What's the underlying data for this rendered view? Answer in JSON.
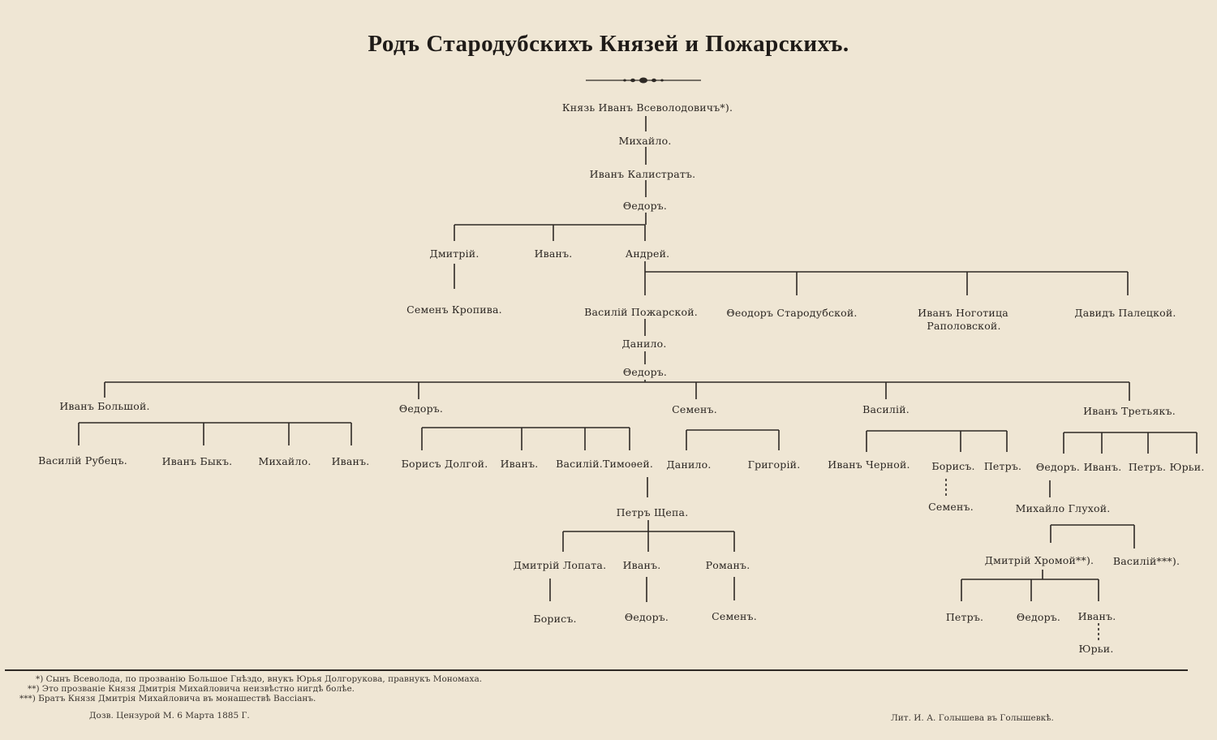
{
  "title": "Родъ Стародубскихъ Князей и Пожарскихъ.",
  "people": {
    "ivan_vsevolodovich": "Князь Иванъ Всеволодовичъ*).",
    "mikhailo_1": "Михайло.",
    "ivan_kalistrat": "Иванъ Калистратъ.",
    "fedor_1": "Θедоръ.",
    "dmitriy_1": "Дмитрій.",
    "ivan_1": "Иванъ.",
    "andrey": "Андрей.",
    "semen_kropiva": "Семенъ Кропива.",
    "vasiliy_pozharskoy": "Василій Пожарской.",
    "fedor_starodubskoy": "Θеодоръ Стародубской.",
    "ivan_nogotkov_1": "Иванъ Ноготица",
    "ivan_nogotkov_2": "Раполовской.",
    "david_paletskoy": "Давидъ Палецкой.",
    "danilo_1": "Данило.",
    "fedor_2": "Θедоръ.",
    "ivan_bolshoy": "Иванъ Большой.",
    "fedor_3": "Θедоръ.",
    "semen_1": "Семенъ.",
    "vasiliy_1": "Василій.",
    "ivan_tretyak": "Иванъ Третьякъ.",
    "vasiliy_rubets": "Василій Рубецъ.",
    "ivan_byk": "Иванъ Быкъ.",
    "mikhailo_2": "Михайло.",
    "ivan_2": "Иванъ.",
    "boris_dolgoy": "Борисъ Долгой.",
    "ivan_3": "Иванъ.",
    "vasiliy_2": "Василій.",
    "timofey": "Тимоѳей.",
    "danilo_2": "Данило.",
    "grigoriy": "Григорій.",
    "ivan_chernoy": "Иванъ Черной.",
    "boris_1": "Борисъ.",
    "petr_1": "Петръ.",
    "fedor_4": "Θедоръ.",
    "ivan_4": "Иванъ.",
    "petr_2": "Петръ.",
    "yuriy_1": "Юрьи.",
    "petr_shchepa": "Петръ Щепа.",
    "semen_2": "Семенъ.",
    "mikhailo_glukhoy": "Михайло Глухой.",
    "dmitriy_lopata": "Дмитрій Лопата.",
    "ivan_5": "Иванъ.",
    "roman": "Романъ.",
    "dmitriy_khromoy": "Дмитрій Хромой**).",
    "vasiliy_3": "Василій***).",
    "boris_2": "Борисъ.",
    "fedor_5": "Θедоръ.",
    "semen_3": "Семенъ.",
    "petr_3": "Петръ.",
    "fedor_6": "Θедоръ.",
    "ivan_6": "Иванъ.",
    "yuriy_2": "Юрьи."
  },
  "footnotes": [
    "*) Сынъ Всеволода, по прозванію Большое Гнѣздо, внукъ Юрья Долгорукова, правнукъ Мономаха.",
    "**) Это прозваніе Князя Дмитрія Михайловича неизвѣстно нигдѣ болѣе.",
    "***) Братъ Князя Дмитрія Михайловича въ монашествѣ Вассіанъ."
  ],
  "censor": "Дозв. Цензурой М. 6 Марта 1885 Г.",
  "printer": "Лит. И. А. Голышева въ Голышевкѣ."
}
